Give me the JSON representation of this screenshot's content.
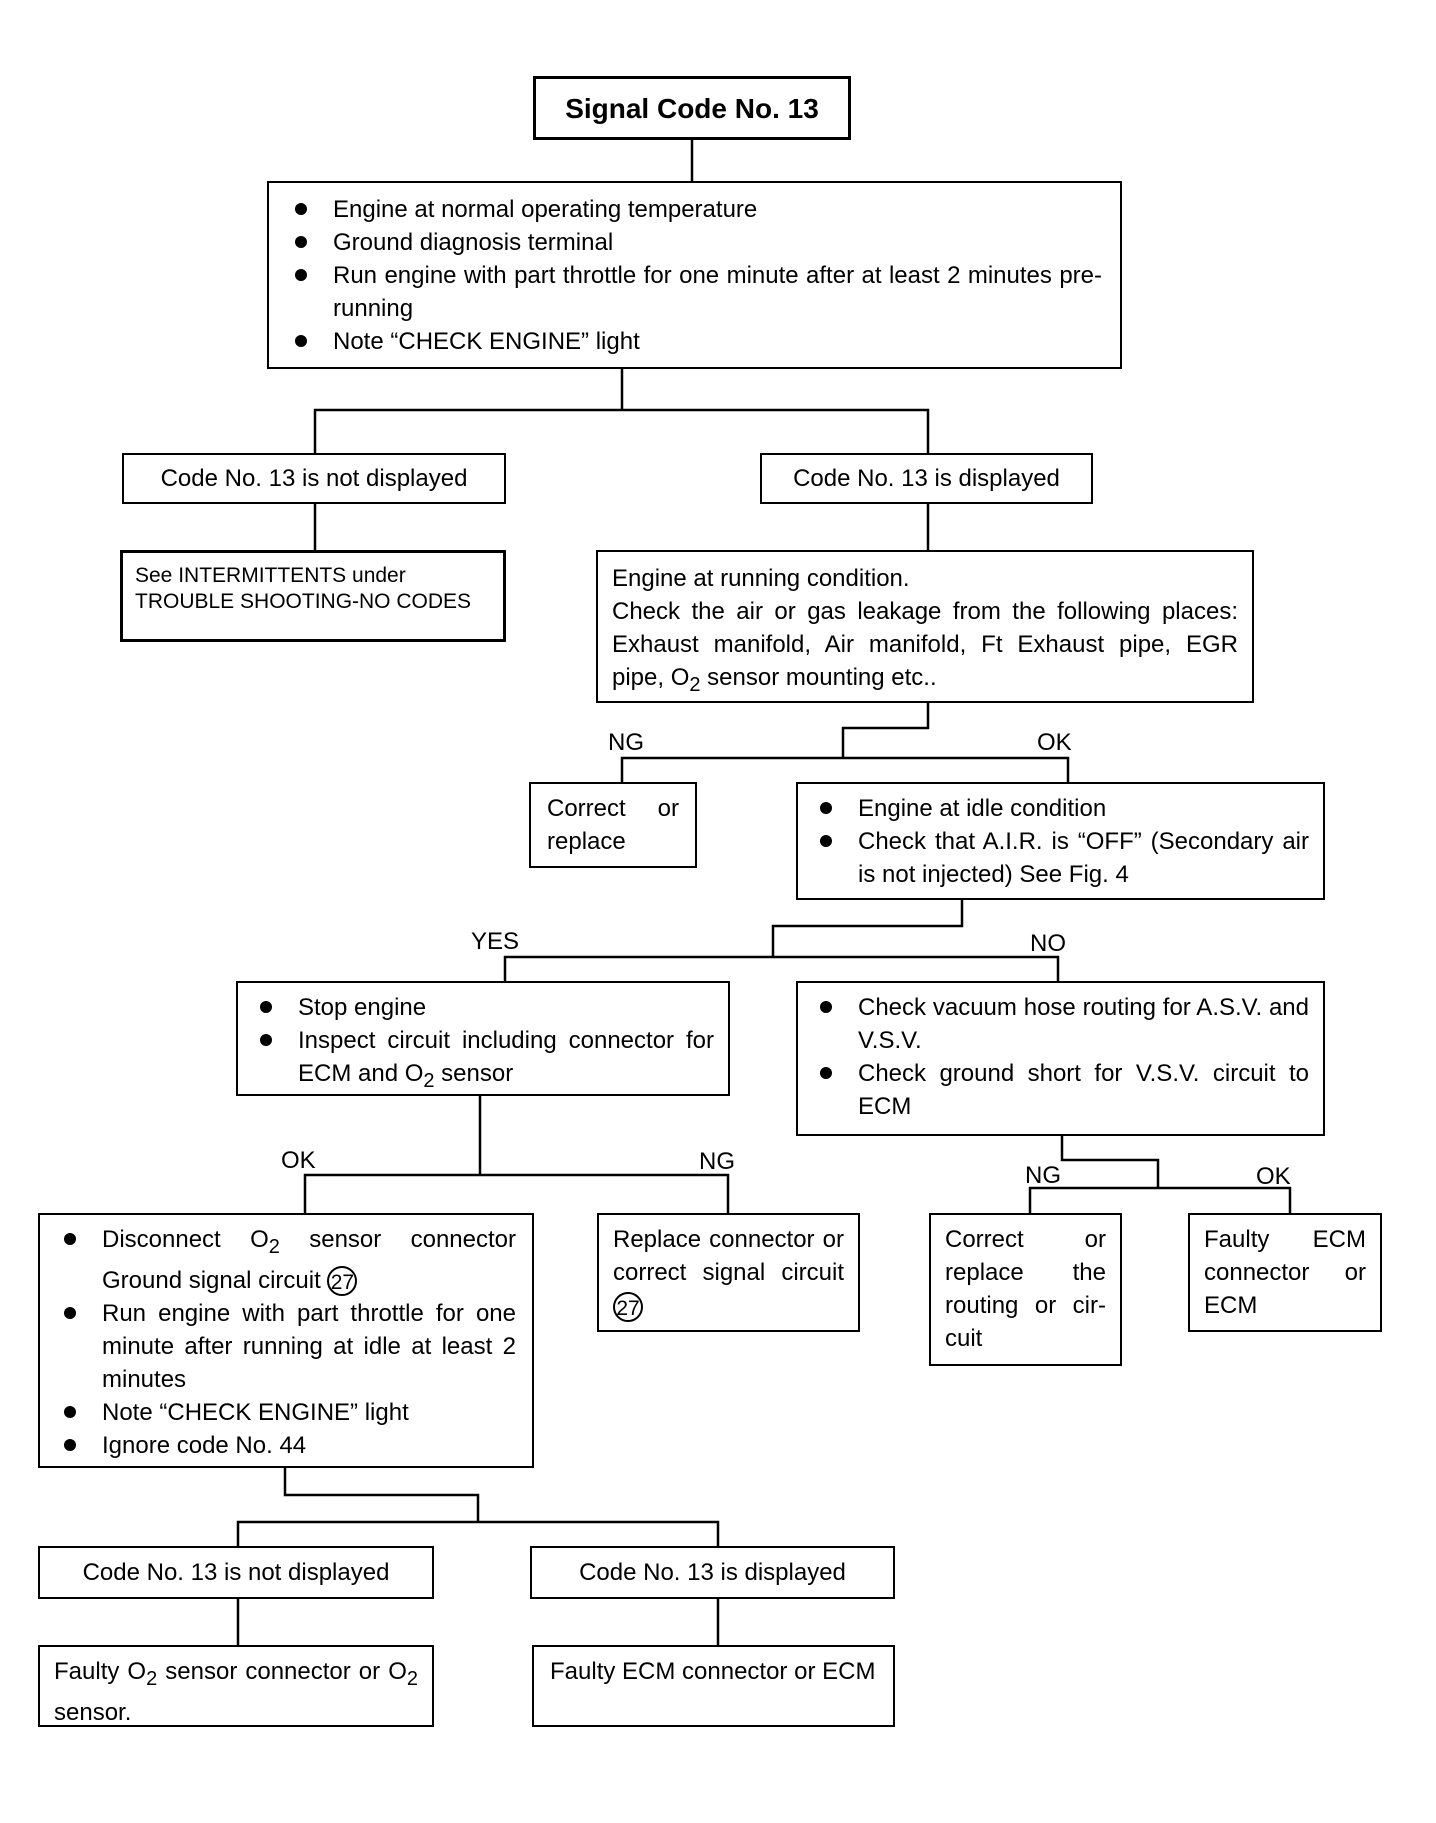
{
  "title": "Signal Code No. 13",
  "start": {
    "items": [
      "Engine at normal operating temperature",
      "Ground diagnosis terminal",
      "Run engine with part throttle for one minute after at least 2 minutes pre-running",
      "Note “CHECK ENGINE” light"
    ]
  },
  "branch1": {
    "not_displayed": "Code No. 13 is not displayed",
    "displayed": "Code No. 13 is displayed"
  },
  "intermittents": {
    "line1": "See INTERMITTENTS under",
    "line2": "TROUBLE SHOOTING-NO CODES"
  },
  "leak_check": {
    "line1": "Engine at running condition.",
    "line2": "Check the air or gas leakage from the following places: Exhaust manifold, Air manifold, Ft Exhaust pipe, EGR pipe, ",
    "o2": "O",
    "o2_sub": "2",
    "line2_end": " sensor mounting etc.."
  },
  "labels": {
    "ng1": "NG",
    "ok1": "OK",
    "yes": "YES",
    "no": "NO",
    "ok2": "OK",
    "ng2": "NG",
    "ng3": "NG",
    "ok3": "OK"
  },
  "correct_replace": "Correct or replace",
  "idle_check": {
    "items": [
      "Engine at idle condition",
      "Check that A.I.R. is “OFF” (Secondary air is not injected)   See Fig. 4"
    ]
  },
  "stop_engine": {
    "item1": "Stop engine",
    "item2_a": "Inspect circuit including connector for ECM and ",
    "o2": "O",
    "o2_sub": "2",
    "item2_b": " sensor"
  },
  "vacuum_check": {
    "items": [
      "Check vacuum hose routing for A.S.V. and V.S.V.",
      "Check ground short for V.S.V. circuit to ECM"
    ]
  },
  "disconnect": {
    "item1_a": "Disconnect ",
    "o2": "O",
    "o2_sub": "2",
    "item1_b": " sensor connector Ground signal circuit ",
    "circuit": "27",
    "item2": "Run engine with part throttle for one minute after running at idle at least 2 minutes",
    "item3": "Note “CHECK ENGINE” light",
    "item4": "Ignore code No. 44"
  },
  "replace_connector": {
    "text": "Replace connector or correct signal circuit ",
    "circuit": "27"
  },
  "correct_routing": "Correct or replace the routing or cir- cuit",
  "faulty_ecm_1": "Faulty ECM connector or ECM",
  "branch2": {
    "not_displayed": "Code No. 13 is not displayed",
    "displayed": "Code No. 13 is displayed"
  },
  "faulty_o2": {
    "a": "Faulty ",
    "o2": "O",
    "o2_sub": "2",
    "b": " sensor connector or ",
    "c": " sensor."
  },
  "faulty_ecm_2": "Faulty ECM connector or ECM"
}
